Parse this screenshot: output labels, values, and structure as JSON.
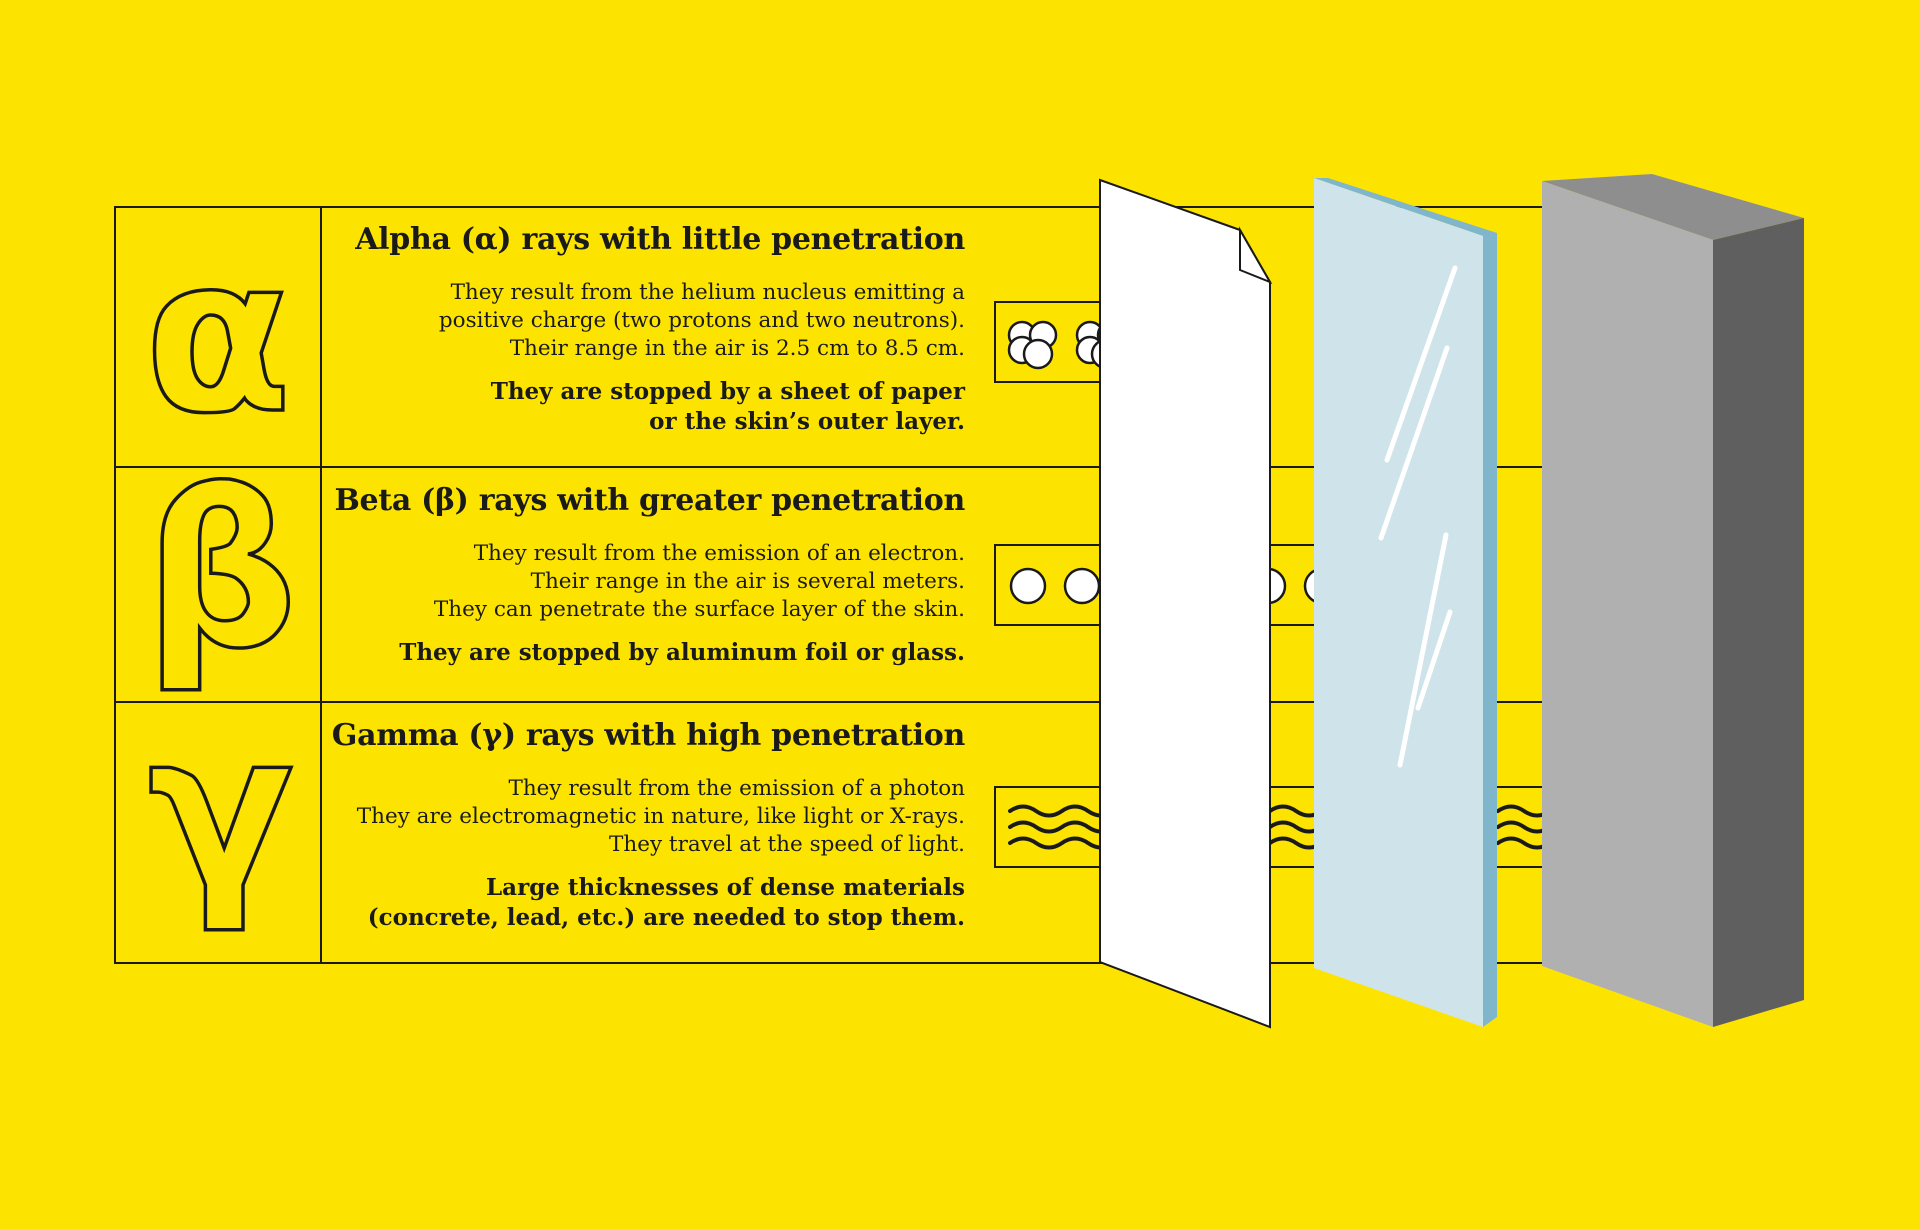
{
  "page": {
    "background": "#FDE400"
  },
  "rows": [
    {
      "symbol": "α",
      "title": "Alpha (α) rays with little penetration",
      "desc": [
        "They result from the helium nucleus emitting a",
        "positive charge (two protons and two neutrons).",
        "Their range in the air is 2.5 cm to 8.5 cm."
      ],
      "note": [
        "They are stopped by a sheet of paper",
        "or the skin’s outer layer."
      ]
    },
    {
      "symbol": "β",
      "title": "Beta (β) rays with greater penetration",
      "desc": [
        "They result from the emission of an electron.",
        "Their range in the air is several meters.",
        "They can penetrate the surface layer of the skin."
      ],
      "note": [
        "They are stopped by aluminum foil or glass."
      ]
    },
    {
      "symbol": "γ",
      "title": "Gamma (γ) rays with high penetration",
      "desc": [
        "They result from the emission of a photon",
        "They are electromagnetic in nature, like light or X-rays.",
        "They travel at the speed of light."
      ],
      "note": [
        "Large thicknesses of dense materials",
        "(concrete, lead, etc.) are needed to stop them."
      ]
    }
  ],
  "barriers": [
    {
      "material": "paper",
      "color": "#FFFFFF"
    },
    {
      "material": "glass",
      "color": "#CFE3EA",
      "edge_color": "#7FB6CC"
    },
    {
      "material": "concrete",
      "front_color": "#B0B0B0",
      "side_color": "#5F5F5F",
      "top_color": "#8E8E8E"
    }
  ],
  "icons": {
    "alpha_particle": "helium-nucleus-icon",
    "beta_particle": "electron-icon",
    "gamma_wave": "photon-wave-icon"
  }
}
